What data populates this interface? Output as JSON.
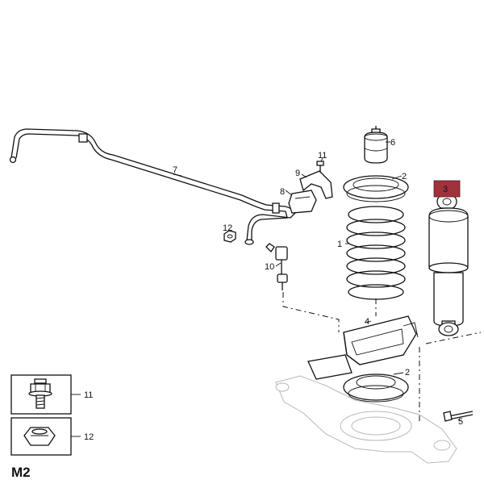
{
  "callouts": {
    "c1": "1",
    "c2a": "2",
    "c2b": "2",
    "c3": "3",
    "c4": "4",
    "c5": "5",
    "c6": "6",
    "c7": "7",
    "c8": "8",
    "c9": "9",
    "c10": "10",
    "c11": "11",
    "c12": "12"
  },
  "legend": {
    "item11": "11",
    "item12": "12"
  },
  "highlight_color": "#a0323c",
  "diagram_code": "M2"
}
